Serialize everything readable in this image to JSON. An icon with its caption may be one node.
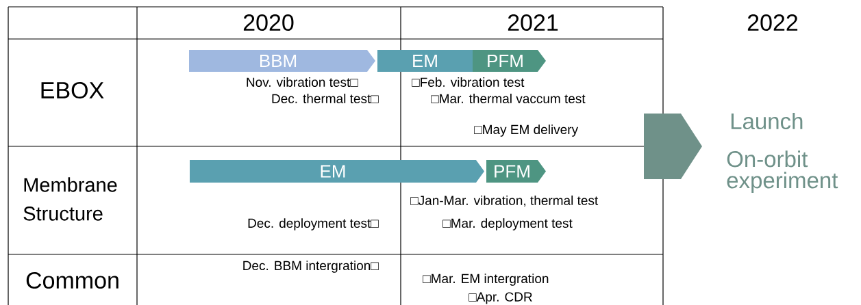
{
  "diagram": {
    "nodes": [
      {
        "text": [
          "BBM"
        ]
      },
      {
        "text": [
          "EM"
        ]
      },
      {
        "text": [
          "PFM"
        ]
      },
      {
        "text": [
          "EM"
        ]
      },
      {
        "text": [
          "PFM"
        ]
      },
      {
        "text": [],
        "shape": "chevron",
        "beside": [
          "Launch",
          "On-orbit experiment"
        ]
      }
    ],
    "labels": [
      "2020",
      "2021",
      "2022",
      "EBOX",
      "Nov. vibration test□",
      "□Feb. vibration test",
      "Dec. thermal test□",
      "□Mar. thermal vaccum test",
      "□May EM delivery",
      "Membrane Structure",
      "□Jan-Mar. vibration, thermal test",
      "Dec. deployment test□",
      "□Mar. deployment test",
      "Common",
      "Dec. BBM intergration□",
      "□Mar. EM intergration",
      "□Apr. CDR"
    ]
  }
}
